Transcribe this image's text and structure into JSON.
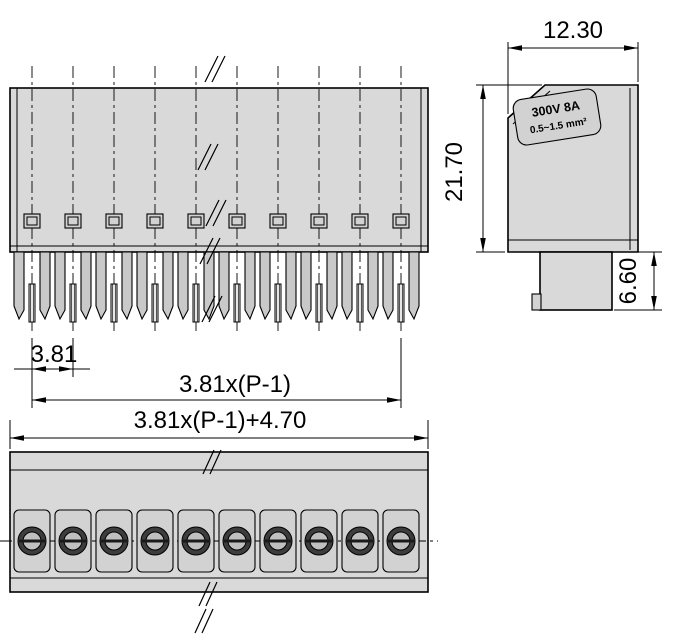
{
  "drawing": {
    "type": "technical-drawing-terminal-block",
    "colors": {
      "body_fill": "#d9d9d9",
      "part_fill": "#d2d2d2",
      "outline": "#000000",
      "background": "#ffffff"
    },
    "dimensions": {
      "pitch": "3.81",
      "span": "3.81x(P-1)",
      "total_width": "3.81x(P-1)+4.70",
      "side_width": "12.30",
      "side_height": "21.70",
      "pin_length": "6.60"
    },
    "rating": {
      "line1": "300V 8A",
      "line2": "0.5~1.5 mm²"
    },
    "pole_count": 10
  }
}
